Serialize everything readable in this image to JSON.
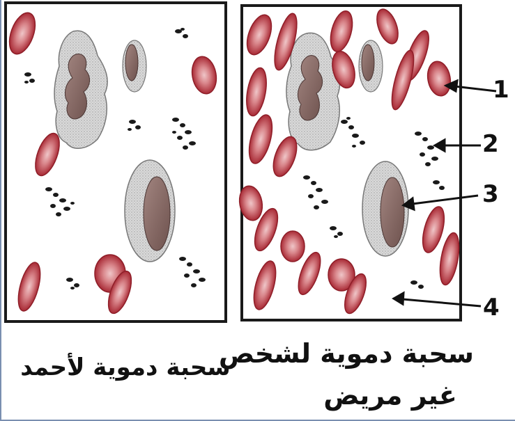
{
  "labels": [
    "1",
    "2",
    "3",
    "4"
  ],
  "captions": {
    "right_line1": "سحبة دموية لشخص",
    "right_line2": "غير مريض",
    "left": "سحبة دموية  لأحمد"
  },
  "colors": {
    "rbc_fill": "#b8323c",
    "rbc_center": "#e7b2b4",
    "wbc_cytoplasm": "#d8d8d8",
    "nucleus": "#8a6a66",
    "platelet": "#1a1a1a",
    "border": "#1a1a1a"
  },
  "icons": {
    "red_blood_cell": "red-blood-cell-icon",
    "white_blood_cell": "white-blood-cell-icon",
    "platelet": "platelet-icon",
    "plasma": "plasma-area"
  }
}
